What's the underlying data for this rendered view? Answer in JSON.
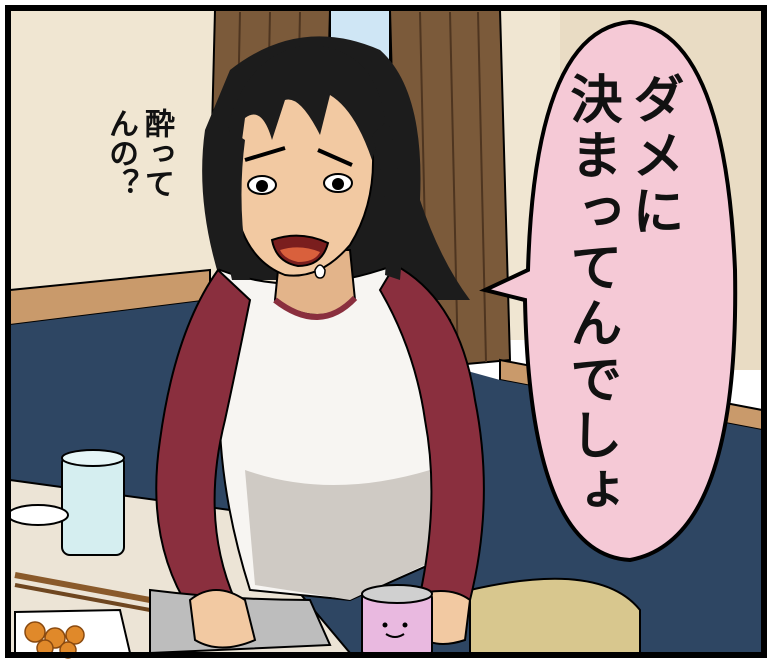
{
  "speech_bubble": {
    "lines": [
      "ダメに",
      "決まってんでしょ"
    ]
  },
  "aside": {
    "lines": [
      "酔って",
      "んの？"
    ]
  },
  "colors": {
    "frame": "#000000",
    "wall": "#f0e6d2",
    "curtain": "#7b5a3a",
    "floor": "#2e4663",
    "bubble": "#f5c9d6",
    "sleeve": "#8a2f3e",
    "shirt": "#f7f5f2",
    "skin": "#f2c9a2",
    "hair": "#1c1c1c",
    "can": "#e9b9e0"
  }
}
